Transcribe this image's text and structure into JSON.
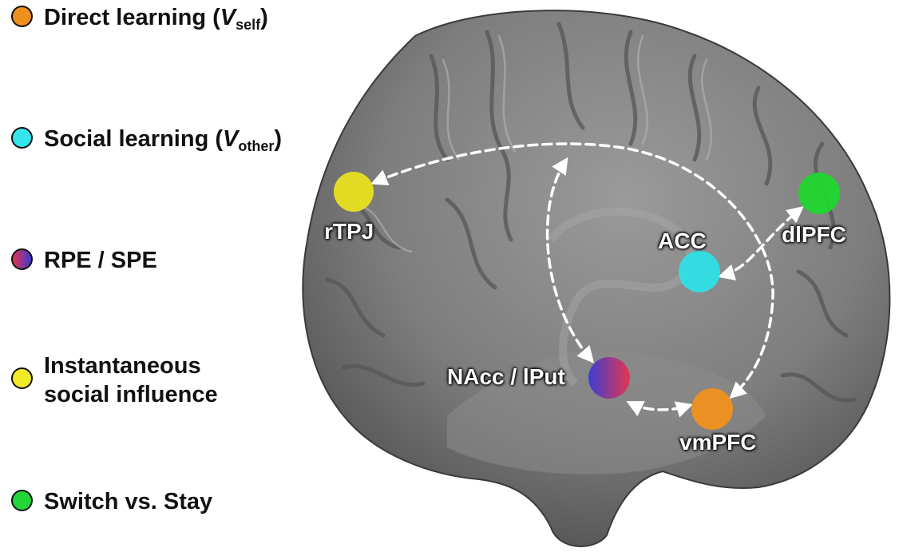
{
  "legend": [
    {
      "key": "direct",
      "text": "Direct learning (",
      "var": "V",
      "sub": "self",
      "close": ")",
      "color": "#f0901c"
    },
    {
      "key": "social",
      "text": "Social learning (",
      "var": "V",
      "sub": "other",
      "close": ")",
      "color": "#34e6ec"
    },
    {
      "key": "rpe",
      "text": "RPE / SPE",
      "color_a": "#e8324a",
      "color_b": "#3a3ad8"
    },
    {
      "key": "instant",
      "line1": "Instantaneous",
      "line2": "social influence",
      "color": "#f3ea26"
    },
    {
      "key": "switch",
      "text": "Switch vs. Stay",
      "color": "#22d63a"
    }
  ],
  "regions": {
    "rtpj": {
      "label": "rTPJ",
      "color": "#e8e020"
    },
    "dlpfc": {
      "label": "dlPFC",
      "color": "#1fd62e"
    },
    "acc": {
      "label": "ACC",
      "color": "#2ee0e6"
    },
    "nacc": {
      "label": "NAcc / lPut",
      "color_a": "#e8324a",
      "color_b": "#3a3ad8"
    },
    "vmpfc": {
      "label": "vmPFC",
      "color": "#f0901c"
    }
  }
}
